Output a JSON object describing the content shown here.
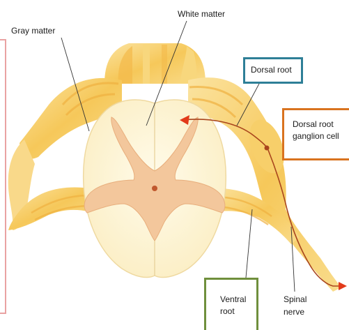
{
  "labels": {
    "gray_matter": "Gray matter",
    "white_matter": "White matter",
    "dorsal_root": "Dorsal root",
    "ganglion_line1": "Dorsal root",
    "ganglion_line2": "ganglion cell",
    "ventral_line1": "Ventral",
    "ventral_line2": "root",
    "spinal_line1": "Spinal",
    "spinal_line2": "nerve"
  },
  "colors": {
    "dorsal_root_box": "#2e7f97",
    "ganglion_box": "#d9731f",
    "ventral_root_box": "#6f8f3c",
    "left_frame": "#e9a2a2",
    "white_matter": "#fdf4d6",
    "gray_matter": "#f3c79c",
    "nerve_fibers": "#f7cf6a",
    "neuron_axon": "#a9451d",
    "arrowhead": "#e23a1a"
  }
}
